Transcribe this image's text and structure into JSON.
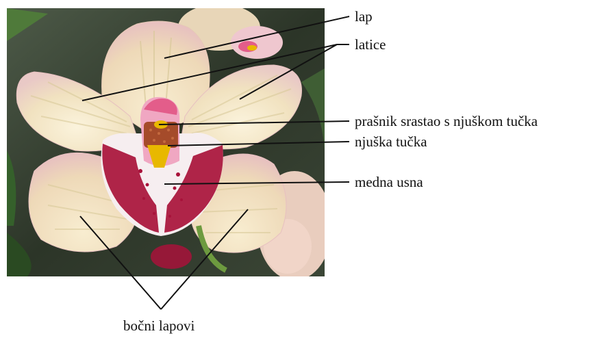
{
  "labels": {
    "lap": "lap",
    "latice": "latice",
    "prasnik": "prašnik srastao s njuškom tučka",
    "njuska": "njuška tučka",
    "medna_usna": "medna usna",
    "bocni_lapovi": "bočni lapovi"
  },
  "colors": {
    "petal": "#f3e6c8",
    "petal_vein": "#d9c99a",
    "lip": "#a8123a",
    "lip_light": "#f6eef0",
    "column": "#e86a9a",
    "anther": "#e8b800",
    "background": "#2f3a2c"
  }
}
